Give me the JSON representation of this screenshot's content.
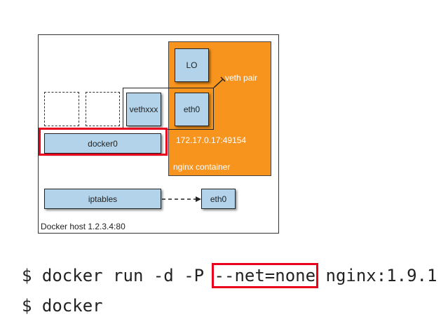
{
  "diagram": {
    "host_label": "Docker host 1.2.3.4:80",
    "container_label": "nginx container",
    "container_address": "172.17.0.17:49154",
    "lo_label": "LO",
    "container_eth0_label": "eth0",
    "veth_label": "vethxxx",
    "veth_pair_label": "veth pair",
    "bridge_label": "docker0",
    "iptables_label": "iptables",
    "host_eth0_label": "eth0"
  },
  "command": {
    "prefix": "$ docker run -d -P ",
    "highlight": "--net=none",
    "suffix": " nginx:1.9.1",
    "next_line": "$ docker"
  },
  "colors": {
    "container": "#f7941d",
    "interface": "#b3d3ea",
    "highlight": "#e8001c"
  }
}
